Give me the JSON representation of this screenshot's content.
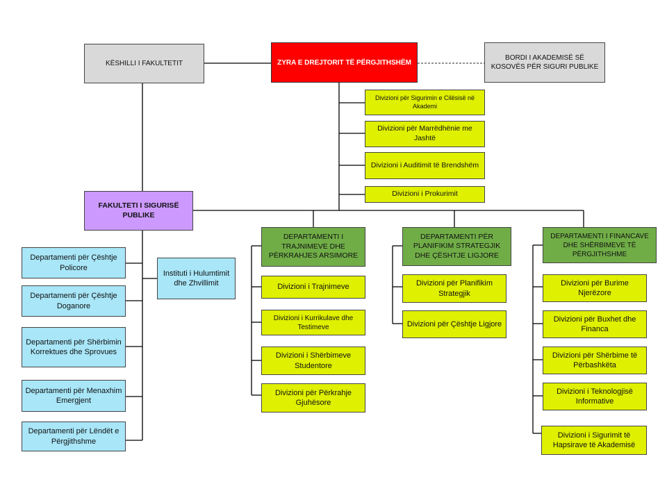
{
  "top": {
    "director": "ZYRA E DREJTORIT TË PËRGJITHSHËM",
    "council": "KËSHILLI I FAKULTETIT",
    "board": "BORDI I AKADEMISË SË KOSOVËS PËR SIGURI PUBLIKE"
  },
  "director_divisions": [
    "Divizioni për Sigurimin e Cilësisë në Akademi",
    "Divizioni për Marrëdhënie me Jashtë",
    "Divizioni i Auditimit të Brendshëm",
    "Divizioni i Prokurimit"
  ],
  "faculty": {
    "title": "FAKULTETI I SIGURISË PUBLIKE",
    "departments": [
      "Departamenti për Çështje Policore",
      "Departamenti për Çështje Doganore",
      "Departamenti për Shërbimin Korrektues dhe Sprovues",
      "Departamenti për Menaxhim Emergjent",
      "Departamenti për Lëndët e Përgjithshme"
    ],
    "institute": "Instituti i Hulumtimit dhe Zhvillimit"
  },
  "training": {
    "title": "DEPARTAMENTI I TRAJNIMEVE DHE PËRKRAHJES ARSIMORE",
    "divisions": [
      "Divizioni i Trajnimeve",
      "Divizioni i Kurrikulave dhe Testimeve",
      "Divizioni i Shërbimeve Studentore",
      "Divizioni për Përkrahje Gjuhësore"
    ]
  },
  "planning": {
    "title": "DEPARTAMENTI PËR PLANIFIKIM STRATEGJIK DHE ÇËSHTJE LIGJORE",
    "divisions": [
      "Divizioni për Planifikim Strategjik",
      "Divizioni për Çështje Ligjore"
    ]
  },
  "finance": {
    "title": "DEPARTAMENTI I FINANCAVE DHE SHËRBIMEVE TË PËRGJITHSHME",
    "divisions": [
      "Divizioni për Burime Njerëzore",
      "Divizioni për Buxhet dhe Financa",
      "Divizioni për Shërbime të Përbashkëta",
      "Divizioni i Teknologjisë Informative",
      "Divizioni i Sigurimit të Hapsirave të Akademisë"
    ]
  },
  "colors": {
    "director": "#ff0000",
    "top_gray": "#d9d9d9",
    "faculty": "#cc99ff",
    "department": "#70ad47",
    "division": "#dff000",
    "faculty_unit": "#a8e6f8"
  }
}
